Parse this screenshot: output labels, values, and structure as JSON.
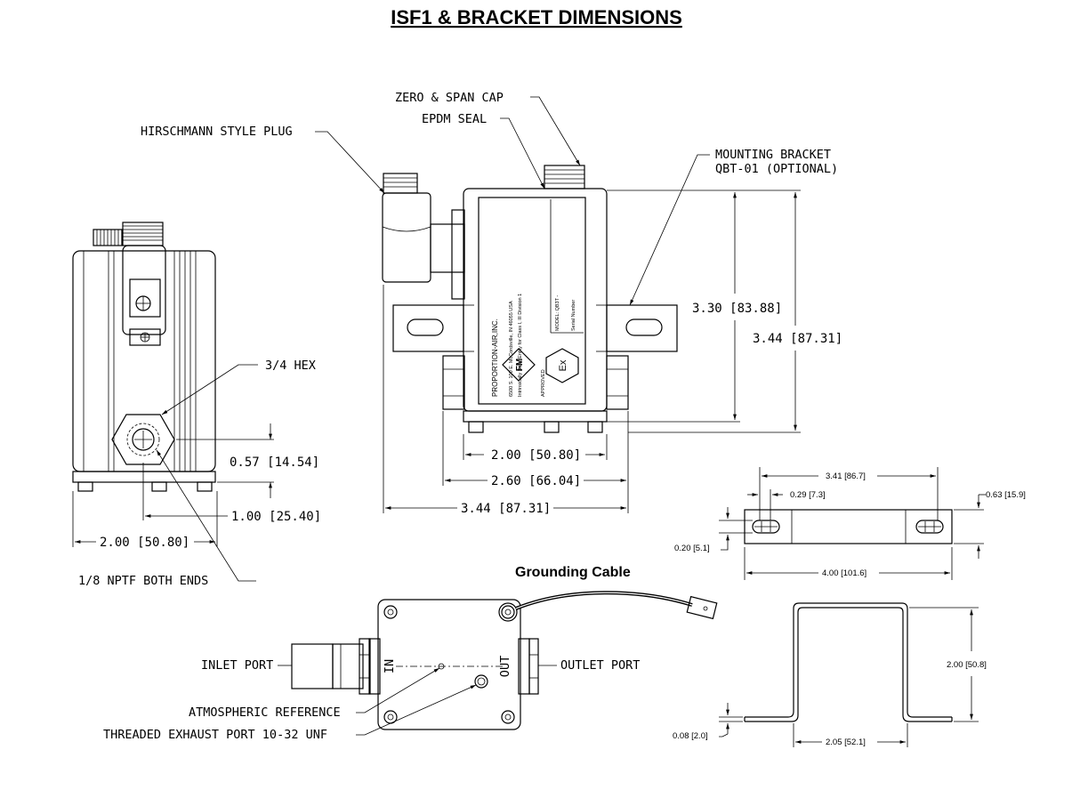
{
  "title": "ISF1 & BRACKET DIMENSIONS",
  "labels": {
    "zero_span_cap": "ZERO & SPAN CAP",
    "epdm_seal": "EPDM SEAL",
    "hirschmann_plug": "HIRSCHMANN STYLE PLUG",
    "mounting_bracket_line1": "MOUNTING BRACKET",
    "mounting_bracket_line2": "QBT-01 (OPTIONAL)",
    "hex": "3/4 HEX",
    "nptf": "1/8 NPTF BOTH ENDS",
    "grounding_cable": "Grounding Cable",
    "inlet_port": "INLET PORT",
    "outlet_port": "OUTLET PORT",
    "atmospheric_reference": "ATMOSPHERIC REFERENCE",
    "exhaust_port": "THREADED EXHAUST PORT 10-32 UNF",
    "in": "IN",
    "out": "OUT"
  },
  "dimensions": {
    "side_057": "0.57 [14.54]",
    "side_100": "1.00 [25.40]",
    "side_200": "2.00 [50.80]",
    "front_330": "3.30 [83.88]",
    "front_344_v": "3.44 [87.31]",
    "front_200": "2.00 [50.80]",
    "front_260": "2.60 [66.04]",
    "front_344_h": "3.44 [87.31]",
    "bracket_341": "3.41 [86.7]",
    "bracket_029": "0.29 [7.3]",
    "bracket_063": "0.63 [15.9]",
    "bracket_020": "0.20 [5.1]",
    "bracket_400": "4.00 [101.6]",
    "bracket_200": "2.00 [50.8]",
    "bracket_008": "0.08 [2.0]",
    "bracket_205": "2.05 [52.1]"
  },
  "nameplate": {
    "brand": "PROPORTION-AIR,INC.",
    "address": "6500 S. 100 E. McCordsville, IN 46055 USA",
    "approval_text": "Intrinsically Safe, Entity for Class I, III Division 1",
    "approvals": "APPROVED",
    "model": "MODEL: QB3T -",
    "serial": "Serial Number",
    "fm": "FM",
    "ex": "Ex"
  }
}
